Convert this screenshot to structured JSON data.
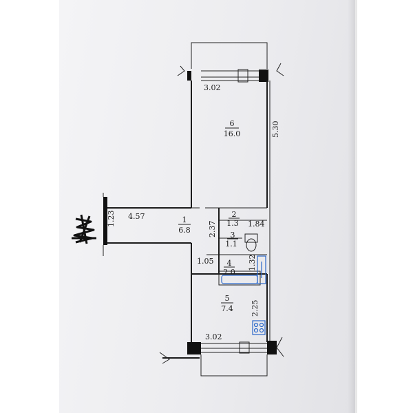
{
  "dimensions": {
    "top_width": "3.02",
    "right_height": "5.30",
    "corridor_length": "4.57",
    "entry_width": "1.23",
    "hall_height": "2.37",
    "wc_width": "1.84",
    "bath_height": "1.32",
    "nook_width": "1.05",
    "kitchen_height": "2.25",
    "bottom_width": "3.02"
  },
  "rooms": [
    {
      "number": "6",
      "area": "16.0"
    },
    {
      "number": "1",
      "area": "6.8"
    },
    {
      "number": "2",
      "area": "1.3"
    },
    {
      "number": "3",
      "area": "1.1"
    },
    {
      "number": "4",
      "area": "2.0"
    },
    {
      "number": "5",
      "area": "7.4"
    }
  ],
  "colors": {
    "walls": "#1c1c1c",
    "fixtures": "#2a67c9",
    "paper": "#ececef"
  }
}
